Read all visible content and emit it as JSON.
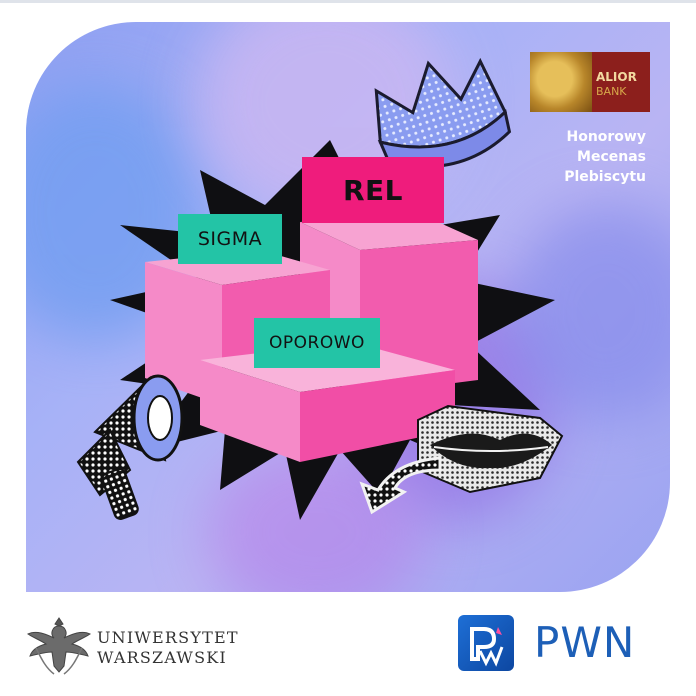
{
  "labels": {
    "sigma": "SIGMA",
    "rel": "REL",
    "oporowo": "OPOROWO"
  },
  "sponsor": {
    "brand": "ALIOR",
    "brand_sub": "BANK",
    "line1": "Honorowy",
    "line2": "Mecenas",
    "line3": "Plebiscytu"
  },
  "university": {
    "line1": "UNIWERSYTET",
    "line2": "WARSZAWSKI"
  },
  "publisher": {
    "name": "PWN"
  },
  "icons": [
    "crown-icon",
    "megaphone-icon",
    "lips-icon",
    "arrow-icon",
    "eagle-emblem-icon",
    "pwn-logo-icon"
  ],
  "colors": {
    "teal_label": "#23c4a6",
    "magenta_label": "#ef1c7c",
    "pink_block": "#f47cc0",
    "background_violet": "#9aa3f1",
    "pwn_blue": "#1d5fb7"
  }
}
